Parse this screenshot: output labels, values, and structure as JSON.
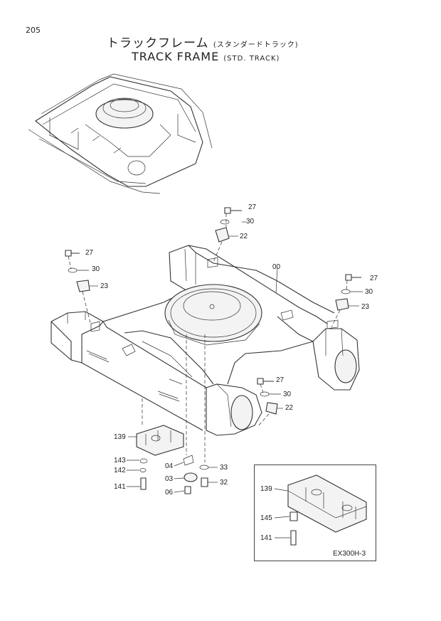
{
  "page_number": "205",
  "title_jp": "トラックフレーム",
  "title_jp_sub": "(スタンダードトラック)",
  "title_en": "TRACK FRAME",
  "title_en_sub": "(STD. TRACK)",
  "labels": {
    "p27a": "27",
    "p30a": "30",
    "p22a": "22",
    "p27b": "27",
    "p30b": "30",
    "p23b": "23",
    "p00": "00",
    "p27c": "27",
    "p30c": "30",
    "p23c": "23",
    "p27d": "27",
    "p30d": "30",
    "p22d": "22",
    "p139": "139",
    "p143": "143",
    "p142": "142",
    "p141": "141",
    "p04": "04",
    "p03": "03",
    "p06": "06",
    "p33": "33",
    "p32": "32",
    "i139": "139",
    "i145": "145",
    "i141": "141"
  },
  "code": "EX300H-3"
}
